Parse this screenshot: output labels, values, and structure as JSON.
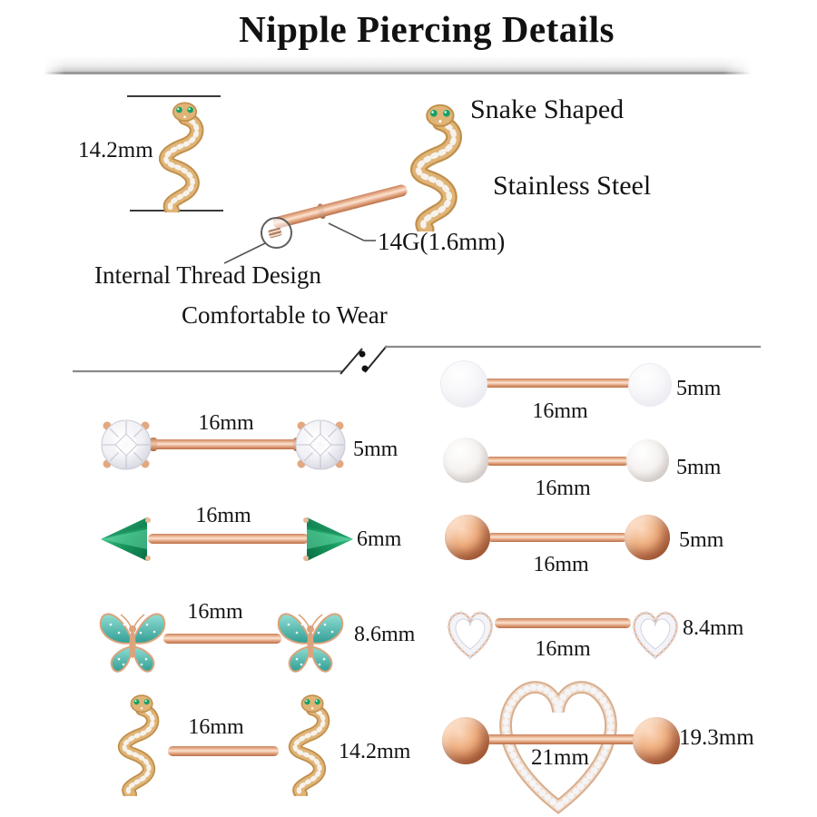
{
  "page": {
    "title": "Nipple Piercing Details"
  },
  "top_detail": {
    "pendant_height_label": "14.2mm",
    "feature_snake": "Snake Shaped",
    "feature_steel": "Stainless Steel",
    "gauge_label": "14G(1.6mm)",
    "feature_thread": "Internal Thread Design",
    "feature_comfort": "Comfortable to Wear"
  },
  "items": [
    {
      "style": "round-cz",
      "bar_length": "16mm",
      "end_size": "5mm"
    },
    {
      "style": "emerald-spike",
      "bar_length": "16mm",
      "end_size": "6mm"
    },
    {
      "style": "butterfly",
      "bar_length": "16mm",
      "end_size": "8.6mm"
    },
    {
      "style": "snake",
      "bar_length": "16mm",
      "end_size": "14.2mm"
    },
    {
      "style": "clear-ball",
      "bar_length": "16mm",
      "end_size": "5mm"
    },
    {
      "style": "pearl-ball",
      "bar_length": "16mm",
      "end_size": "5mm"
    },
    {
      "style": "rose-gold-ball",
      "bar_length": "16mm",
      "end_size": "5mm"
    },
    {
      "style": "cz-heart",
      "bar_length": "16mm",
      "end_size": "8.4mm"
    },
    {
      "style": "heart-shield",
      "bar_length": "21mm",
      "end_size": "19.3mm"
    }
  ],
  "colors": {
    "rose_gold": "#d58e66",
    "gold_pave": "#e0b477",
    "emerald": "#18995f",
    "teal_glitter": "#3aa79c",
    "cz_white": "#f2f2f7",
    "ribbon_gray": "#d7d7d7"
  }
}
